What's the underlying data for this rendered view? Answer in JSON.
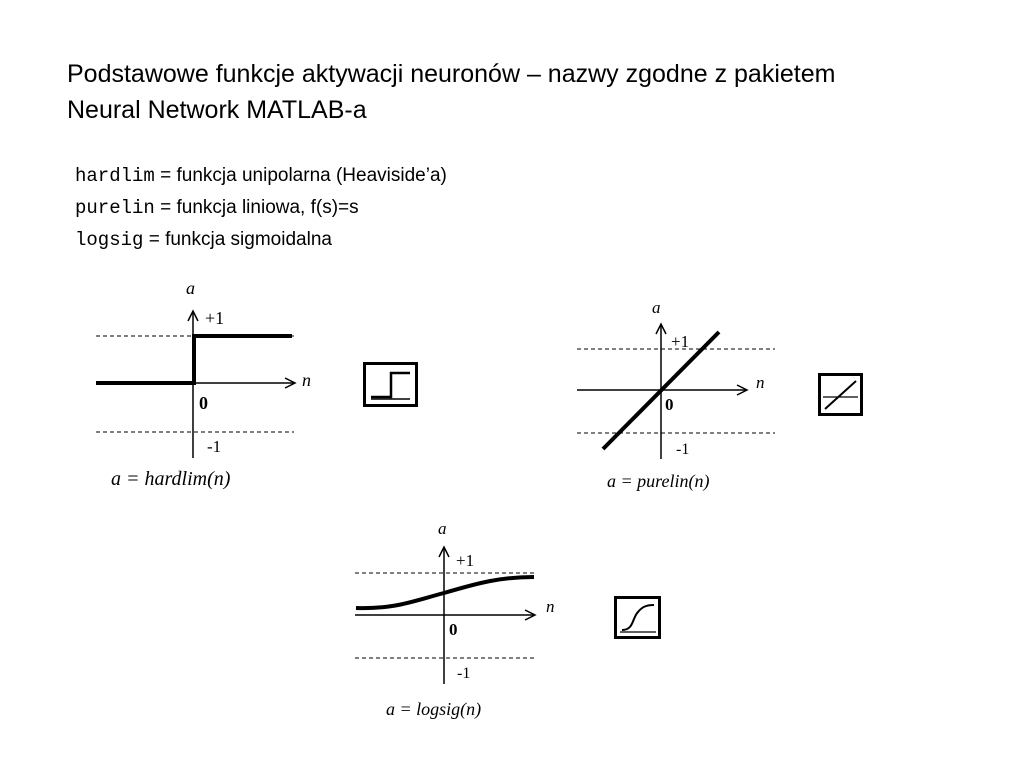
{
  "title": {
    "line1": "Podstawowe funkcje aktywacji neuronów – nazwy zgodne z pakietem",
    "line2": "Neural Network MATLAB-a"
  },
  "definitions": [
    {
      "code": "hardlim",
      "text": " = funkcja unipolarna (Heaviside’a)"
    },
    {
      "code": "purelin",
      "text": " = funkcja liniowa, f(s)=s"
    },
    {
      "code": "logsig",
      "text": " = funkcja sigmoidalna"
    }
  ],
  "plots": {
    "hardlim": {
      "y_label": "a",
      "x_label": "n",
      "plus_one": "+1",
      "zero": "0",
      "minus_one": "-1",
      "caption": "a = hardlim(n)"
    },
    "purelin": {
      "y_label": "a",
      "x_label": "n",
      "plus_one": "+1",
      "zero": "0",
      "minus_one": "-1",
      "caption": "a = purelin(n)"
    },
    "logsig": {
      "y_label": "a",
      "x_label": "n",
      "plus_one": "+1",
      "zero": "0",
      "minus_one": "-1",
      "caption": "a = logsig(n)"
    }
  },
  "icons": {
    "hardlim": "step-function-icon",
    "purelin": "linear-function-icon",
    "logsig": "sigmoid-function-icon"
  },
  "colors": {
    "ink": "#000000",
    "background": "#ffffff"
  }
}
